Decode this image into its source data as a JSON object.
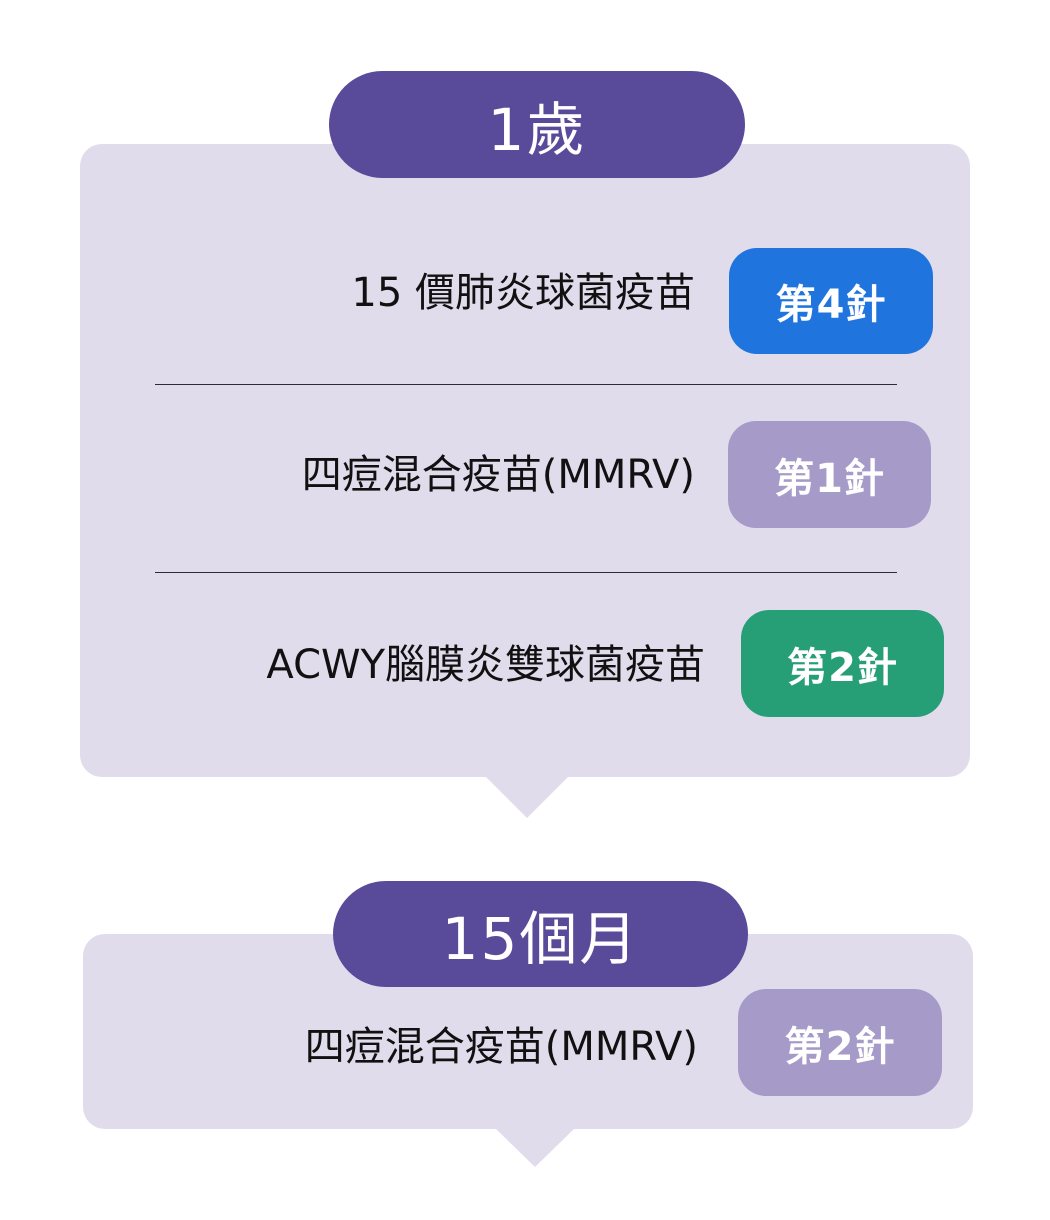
{
  "colors": {
    "card_bg": "#e1dcec",
    "age_pill": "#5a4a9a",
    "badge_blue": "#1f74dd",
    "badge_lavender": "#a59ac8",
    "badge_green": "#269f77",
    "text_dark": "#111111",
    "divider": "#2e2a36"
  },
  "sections": [
    {
      "age_label": "1歲",
      "items": [
        {
          "vaccine": "15 價肺炎球菌疫苗",
          "dose": "第4針",
          "badge_color": "#1f74dd"
        },
        {
          "vaccine": "四痘混合疫苗(MMRV)",
          "dose": "第1針",
          "badge_color": "#a59ac8"
        },
        {
          "vaccine": "ACWY腦膜炎雙球菌疫苗",
          "dose": "第2針",
          "badge_color": "#269f77"
        }
      ]
    },
    {
      "age_label": "15個月",
      "items": [
        {
          "vaccine": "四痘混合疫苗(MMRV)",
          "dose": "第2針",
          "badge_color": "#a59ac8"
        }
      ]
    }
  ]
}
